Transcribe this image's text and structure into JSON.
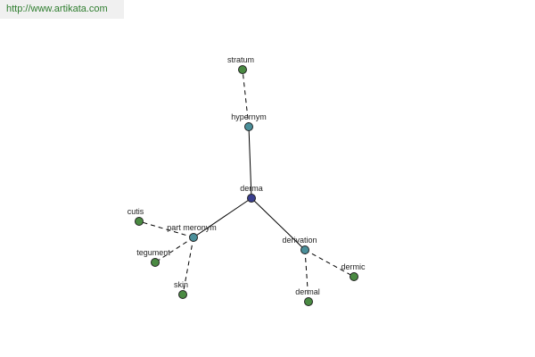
{
  "watermark": "http://www.artikata.com",
  "colors": {
    "center": "#3a3f8f",
    "relation": "#4a8f9a",
    "leaf": "#4a8a42"
  },
  "graph": {
    "nodes": [
      {
        "id": "derma",
        "label": "derma",
        "kind": "center"
      },
      {
        "id": "hypernym",
        "label": "hypernym",
        "kind": "relation"
      },
      {
        "id": "stratum",
        "label": "stratum",
        "kind": "leaf"
      },
      {
        "id": "part-meronym",
        "label": "part meronym",
        "kind": "relation"
      },
      {
        "id": "cutis",
        "label": "cutis",
        "kind": "leaf"
      },
      {
        "id": "tegument",
        "label": "tegument",
        "kind": "leaf"
      },
      {
        "id": "skin",
        "label": "skin",
        "kind": "leaf"
      },
      {
        "id": "derivation",
        "label": "derivation",
        "kind": "relation"
      },
      {
        "id": "dermic",
        "label": "dermic",
        "kind": "leaf"
      },
      {
        "id": "dermal",
        "label": "dermal",
        "kind": "leaf"
      }
    ],
    "edges": [
      {
        "from": "derma",
        "to": "hypernym",
        "style": "solid"
      },
      {
        "from": "derma",
        "to": "part-meronym",
        "style": "solid"
      },
      {
        "from": "derma",
        "to": "derivation",
        "style": "solid"
      },
      {
        "from": "hypernym",
        "to": "stratum",
        "style": "dashed"
      },
      {
        "from": "part-meronym",
        "to": "cutis",
        "style": "dashed"
      },
      {
        "from": "part-meronym",
        "to": "tegument",
        "style": "dashed"
      },
      {
        "from": "part-meronym",
        "to": "skin",
        "style": "dashed"
      },
      {
        "from": "derivation",
        "to": "dermic",
        "style": "dashed"
      },
      {
        "from": "derivation",
        "to": "dermal",
        "style": "dashed"
      }
    ]
  }
}
